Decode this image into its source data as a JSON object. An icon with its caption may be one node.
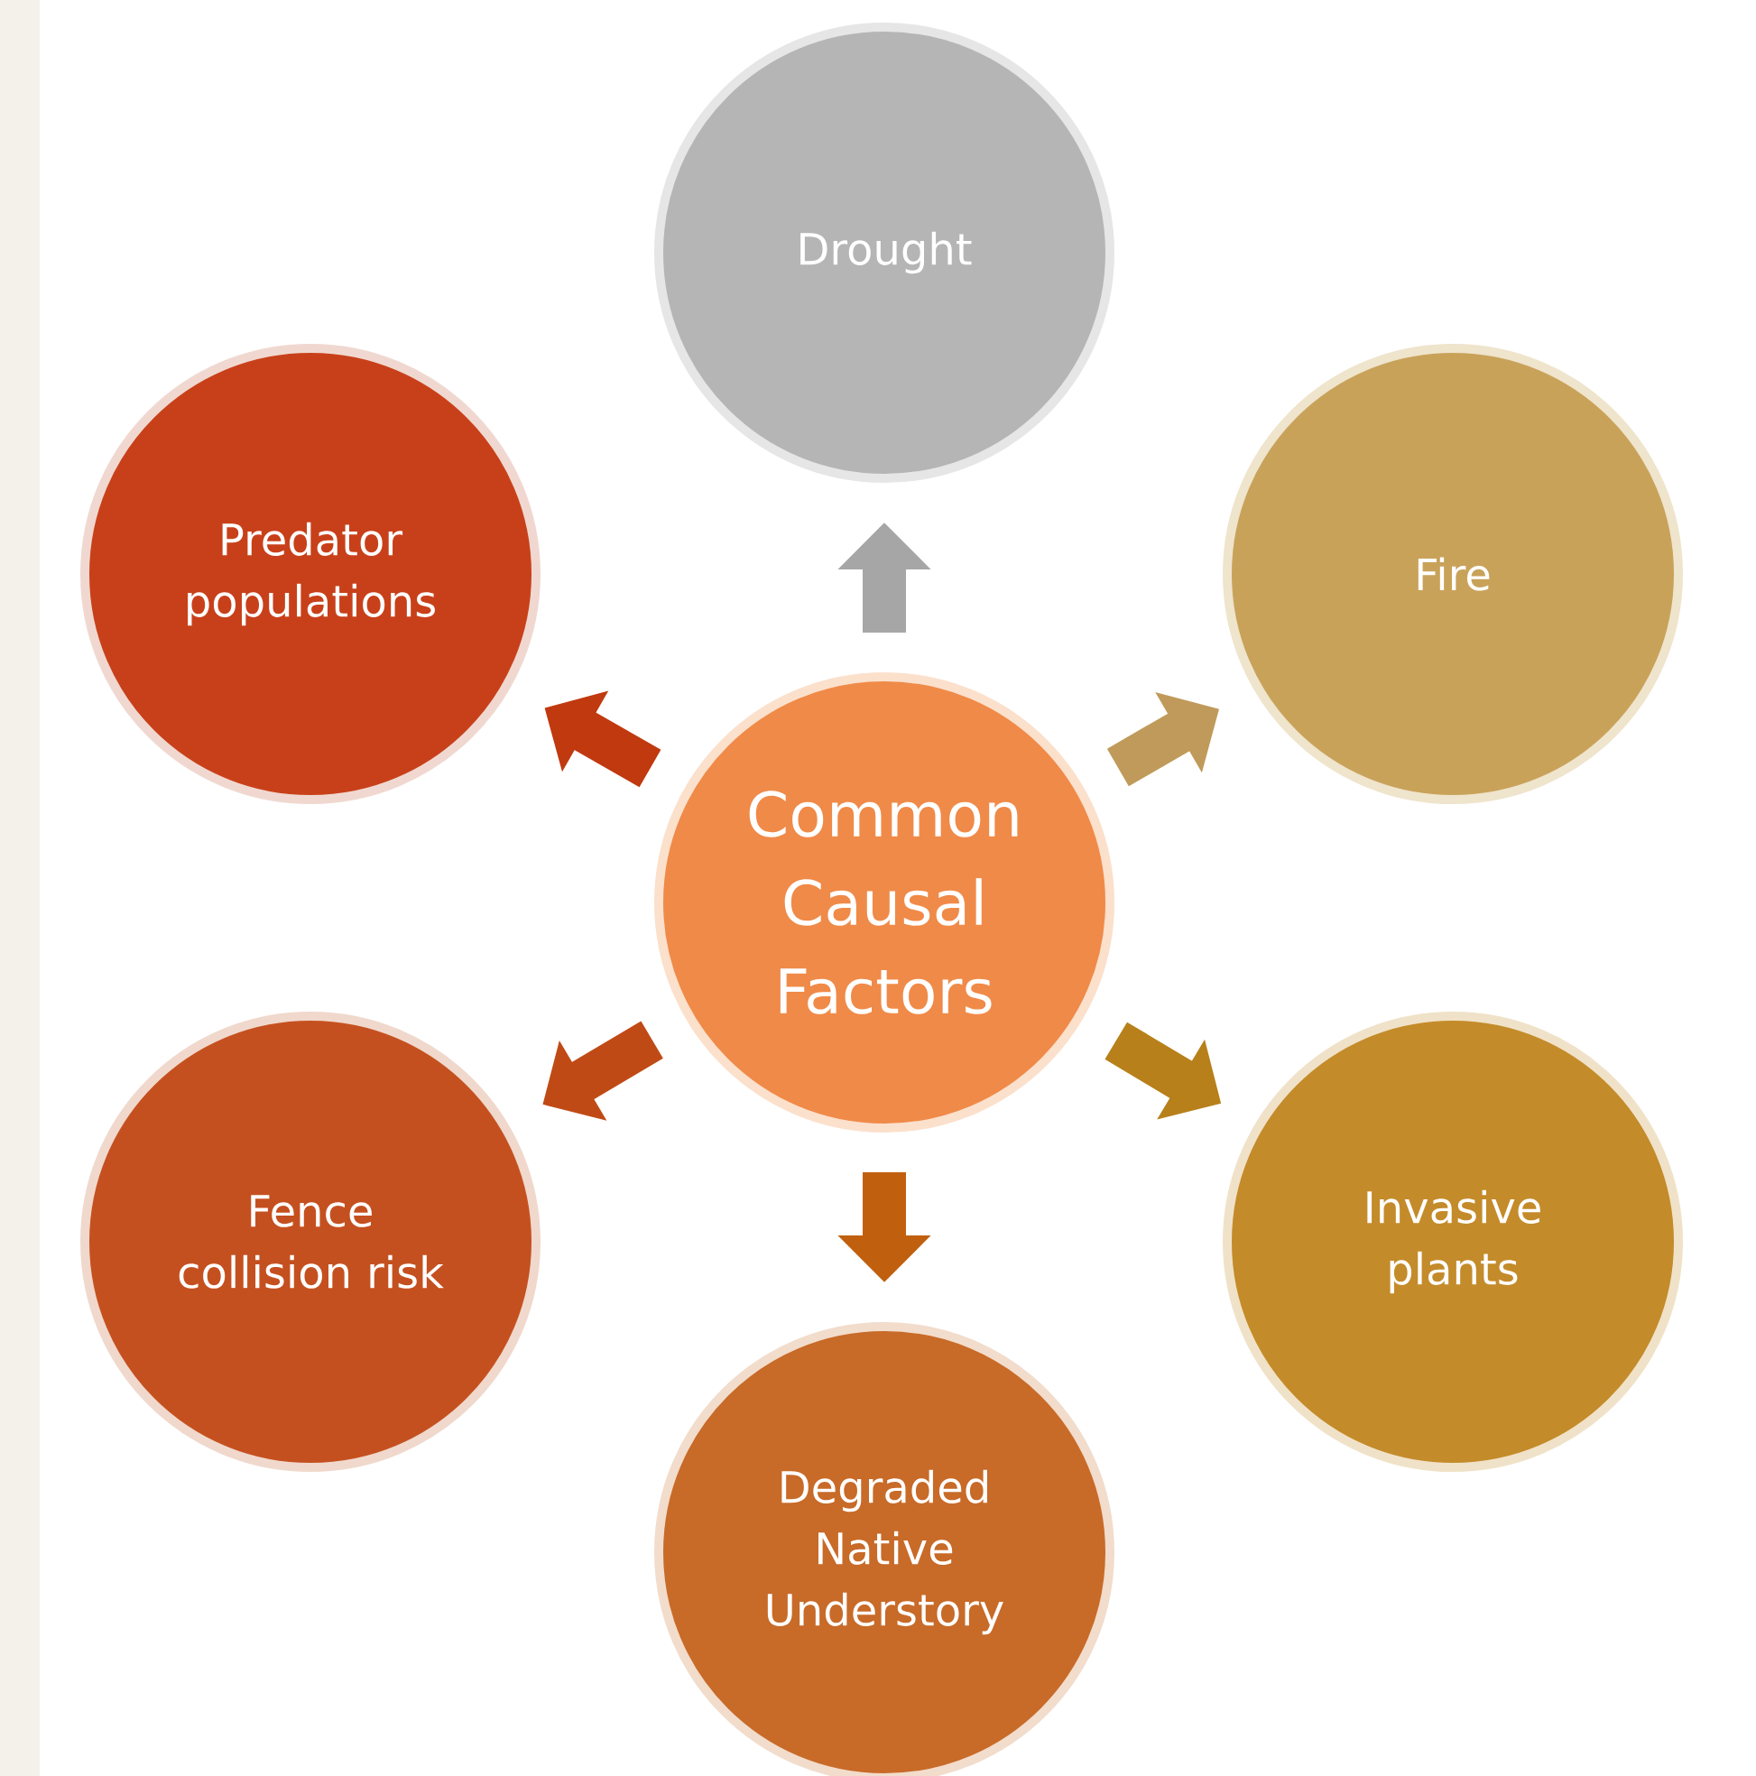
{
  "diagram": {
    "nodes": [
      {
        "text": [
          "Drought"
        ]
      },
      {
        "text": [
          "Predator populations"
        ]
      },
      {
        "text": [
          "Fire"
        ]
      },
      {
        "text": [
          "Common Causal Factors"
        ]
      },
      {
        "text": [
          "Fence collision risk"
        ]
      },
      {
        "text": [
          "Invasive plants"
        ]
      },
      {
        "text": [
          "Degraded Native Understory"
        ]
      }
    ],
    "edges": [
      {
        "from": 3,
        "to": 0,
        "arrow": "to",
        "color": "#a6a6a6"
      },
      {
        "from": 3,
        "to": 1,
        "arrow": "to",
        "color": "#c0390f"
      },
      {
        "from": 3,
        "to": 2,
        "arrow": "to",
        "color": "#c09a5a"
      },
      {
        "from": 3,
        "to": 4,
        "arrow": "to",
        "color": "#c04a15"
      },
      {
        "from": 3,
        "to": 5,
        "arrow": "to",
        "color": "#b8801a"
      },
      {
        "from": 3,
        "to": 6,
        "arrow": "to",
        "color": "#c0600f"
      }
    ]
  }
}
